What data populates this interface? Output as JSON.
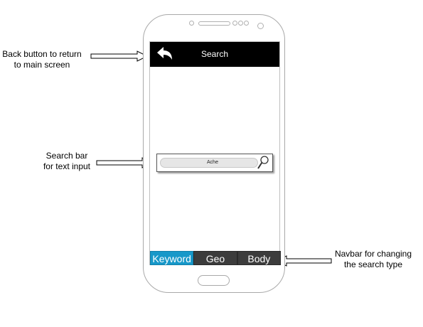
{
  "callouts": {
    "back": [
      "Back button to return",
      "to main screen"
    ],
    "search": [
      "Search bar",
      "for text input"
    ],
    "navbar": [
      "Navbar for changing",
      "the search type"
    ]
  },
  "header": {
    "title": "Search",
    "back_icon": "back-arrow-icon"
  },
  "search": {
    "value": "Ache",
    "icon": "magnifier-icon"
  },
  "navbar": {
    "tabs": [
      {
        "label": "Keyword",
        "active": true
      },
      {
        "label": "Geo",
        "active": false
      },
      {
        "label": "Body",
        "active": false
      }
    ]
  },
  "colors": {
    "header_bg": "#000000",
    "active_tab": "#1798c9",
    "inactive_tab": "#3c3c3c",
    "search_field": "#e6e6e6"
  }
}
